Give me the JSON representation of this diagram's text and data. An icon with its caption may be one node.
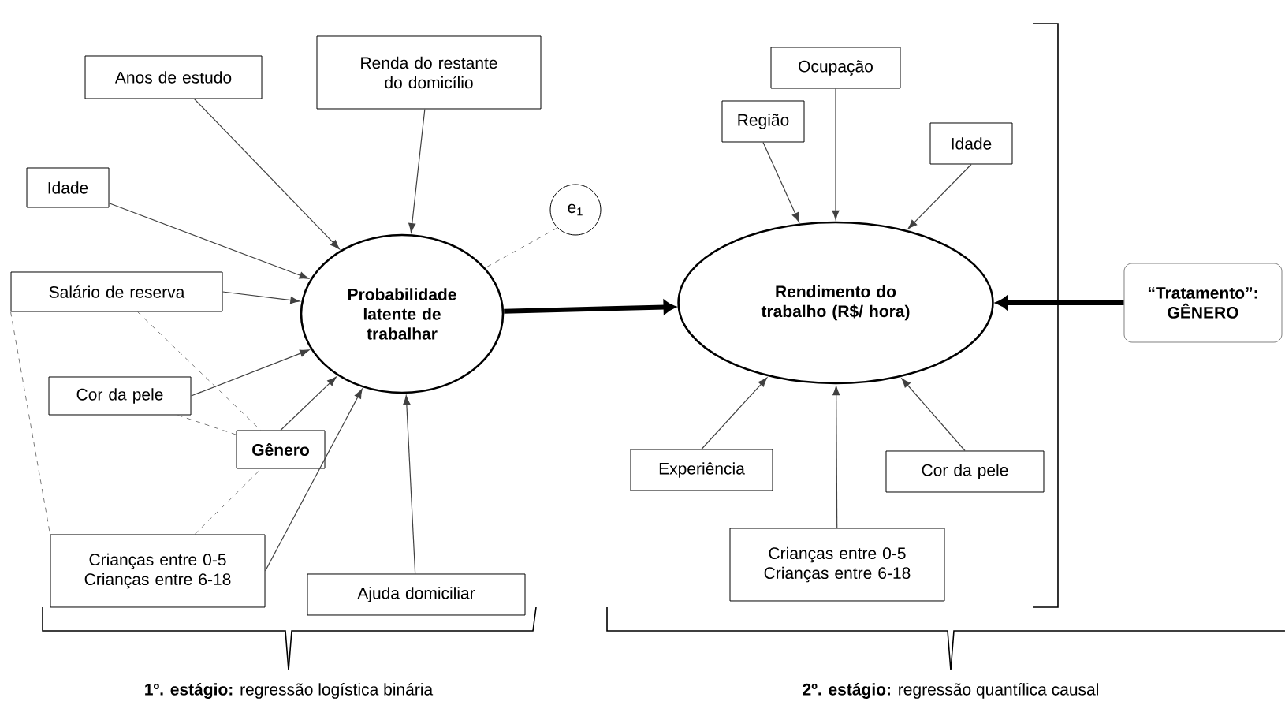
{
  "diagram": {
    "nodes": [
      {
        "text": [
          "Anos de estudo"
        ]
      },
      {
        "text": [
          "Renda do restante do domicílio"
        ]
      },
      {
        "text": [
          "Idade"
        ]
      },
      {
        "text": [
          "e$_{1}$"
        ]
      },
      {
        "text": [
          "Probabilidade latente de trabalhar"
        ]
      },
      {
        "text": [
          "Salário de reserva"
        ]
      },
      {
        "text": [
          "Cor da pele"
        ]
      },
      {
        "text": [
          "Gênero"
        ]
      },
      {
        "text": [
          "Crianças entre 0-5 Crianças entre 6-18"
        ]
      },
      {
        "text": [
          "Ajuda domiciliar"
        ]
      },
      {
        "text": [
          "Rendimento do trabalho (R$/ hora)"
        ]
      },
      {
        "text": [
          "Região"
        ]
      },
      {
        "text": [
          "Ocupação"
        ]
      },
      {
        "text": [
          "Idade"
        ]
      },
      {
        "text": [
          "Experiência"
        ]
      },
      {
        "text": [
          "Cor da pele"
        ]
      },
      {
        "text": [
          "Crianças entre 0-5 Crianças entre 6-18"
        ]
      },
      {
        "text": [
          "“Tratamento”: GÊNERO"
        ]
      }
    ],
    "edges": [
      {
        "from": 0,
        "to": 4,
        "arrow": "to"
      },
      {
        "from": 1,
        "to": 4,
        "arrow": "to"
      },
      {
        "from": 2,
        "to": 4,
        "arrow": "to"
      },
      {
        "from": 3,
        "to": 4,
        "arrow": "none",
        "style": "dashed"
      },
      {
        "from": 5,
        "to": 4,
        "arrow": "to"
      },
      {
        "from": 6,
        "to": 4,
        "arrow": "to"
      },
      {
        "from": 7,
        "to": 4,
        "arrow": "to"
      },
      {
        "from": 8,
        "to": 4,
        "arrow": "to"
      },
      {
        "from": 9,
        "to": 4,
        "arrow": "to"
      },
      {
        "from": 5,
        "to": 7,
        "arrow": "none",
        "style": "dashed"
      },
      {
        "from": 6,
        "to": 7,
        "arrow": "none",
        "style": "dashed"
      },
      {
        "from": 8,
        "to": 7,
        "arrow": "none",
        "style": "dashed"
      },
      {
        "from": 5,
        "to": 8,
        "arrow": "none",
        "style": "dashed"
      },
      {
        "from": 4,
        "to": 10,
        "arrow": "to",
        "style": "thick"
      },
      {
        "from": 17,
        "to": 10,
        "arrow": "to",
        "style": "thick"
      },
      {
        "from": 11,
        "to": 10,
        "arrow": "to"
      },
      {
        "from": 12,
        "to": 10,
        "arrow": "to"
      },
      {
        "from": 13,
        "to": 10,
        "arrow": "to"
      },
      {
        "from": 14,
        "to": 10,
        "arrow": "to"
      },
      {
        "from": 15,
        "to": 10,
        "arrow": "to"
      },
      {
        "from": 16,
        "to": 10,
        "arrow": "to"
      }
    ],
    "labels": [
      "**1º. estágio:** regressão logística binária",
      "**2º. estágio:** regressão quantílica causal"
    ]
  }
}
